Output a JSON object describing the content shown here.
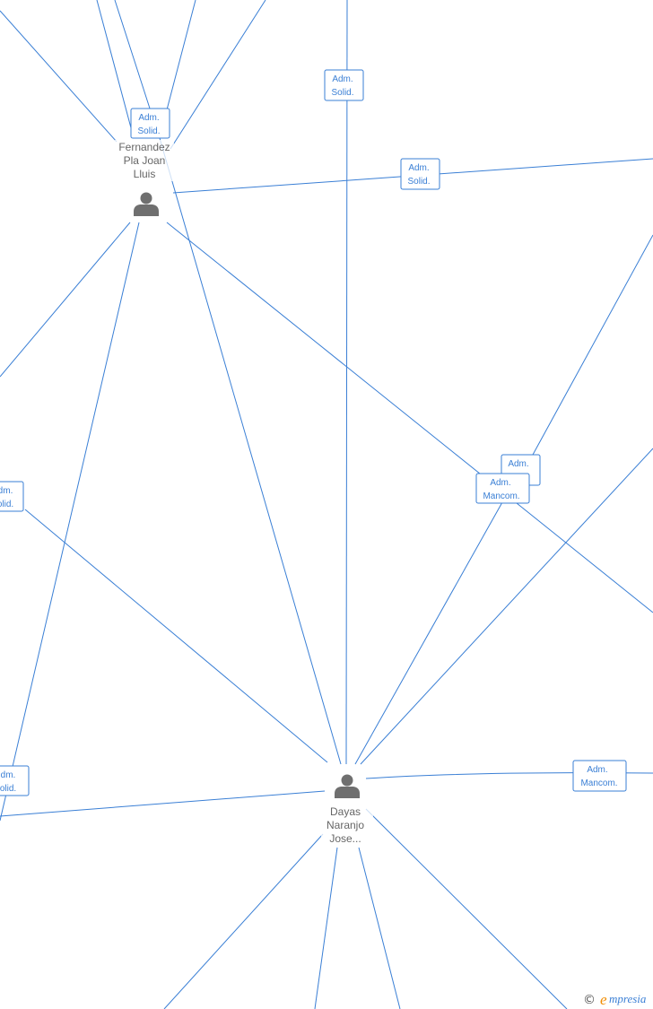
{
  "people": [
    {
      "id": "fernandez",
      "name_lines": [
        "Fernandez",
        "Pla Joan",
        "Lluis"
      ]
    },
    {
      "id": "dayas",
      "name_lines": [
        "Dayas",
        "Naranjo",
        "Jose..."
      ]
    }
  ],
  "role_labels": [
    {
      "lines": [
        "Adm.",
        "Solid."
      ]
    },
    {
      "lines": [
        "Adm.",
        "Solid."
      ]
    },
    {
      "lines": [
        "Adm.",
        "Solid."
      ]
    },
    {
      "lines": [
        "Adm.",
        ""
      ]
    },
    {
      "lines": [
        "Adm.",
        "Mancom."
      ]
    },
    {
      "lines": [
        "dm.",
        "olid."
      ]
    },
    {
      "lines": [
        "dm.",
        "olid."
      ]
    },
    {
      "lines": [
        "Adm.",
        "Mancom."
      ]
    }
  ],
  "watermark": {
    "copyright": "©",
    "brand_initial": "e",
    "brand_rest": "mpresia"
  },
  "colors": {
    "edge": "#3a7fd5",
    "label_text": "#3a7fd5",
    "person_icon": "#6f6f6f",
    "name_text": "#666666",
    "brand_accent": "#f08c00"
  }
}
